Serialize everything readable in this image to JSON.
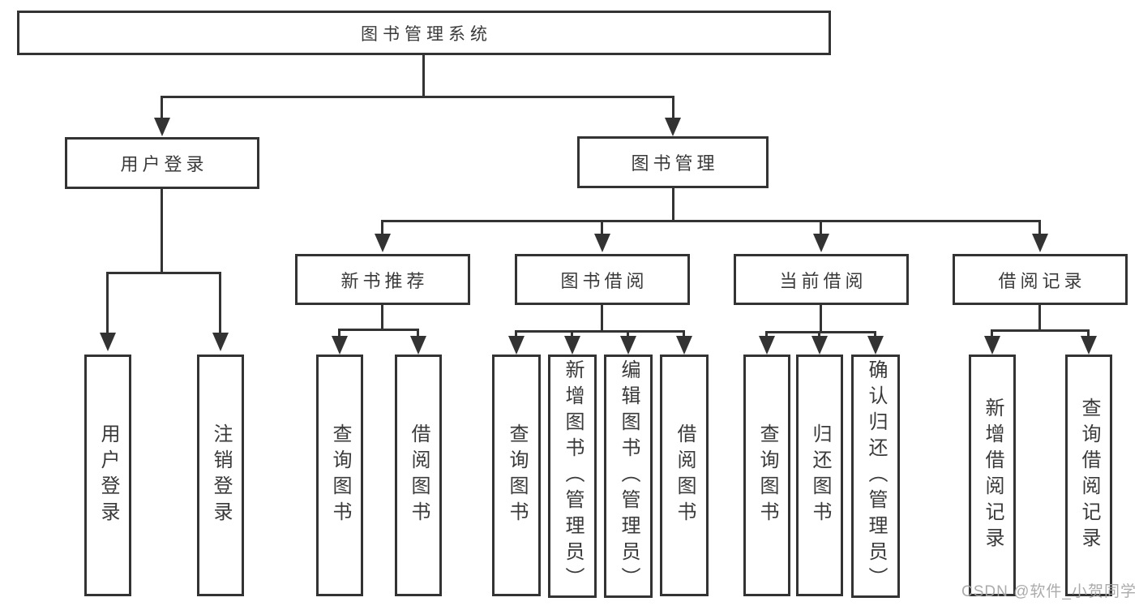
{
  "diagram": {
    "colors": {
      "line": "#333333",
      "text": "#3a3a3a",
      "background": "#ffffff",
      "watermark": "#a4a4a4"
    },
    "nodes": {
      "root": "图书管理系统",
      "user_login": "用户登录",
      "book_management": "图书管理",
      "new_book_recommend": "新书推荐",
      "book_borrow": "图书借阅",
      "current_borrow": "当前借阅",
      "borrow_records": "借阅记录",
      "leaf_user_login": "用户登录",
      "leaf_logout": "注销登录",
      "leaf_nb_query_book": "查询图书",
      "leaf_nb_borrow_book": "借阅图书",
      "leaf_bb_query_book": "查询图书",
      "leaf_bb_add_book_admin": "新增图书（管理员）",
      "leaf_bb_edit_book_admin": "编辑图书（管理员）",
      "leaf_bb_borrow_book": "借阅图书",
      "leaf_cb_query_book": "查询图书",
      "leaf_cb_return_book": "归还图书",
      "leaf_cb_confirm_return_admin": "确认归还（管理员）",
      "leaf_br_add_record": "新增借阅记录",
      "leaf_br_query_record": "查询借阅记录"
    },
    "watermark": "CSDN @软件_小贺同学"
  }
}
